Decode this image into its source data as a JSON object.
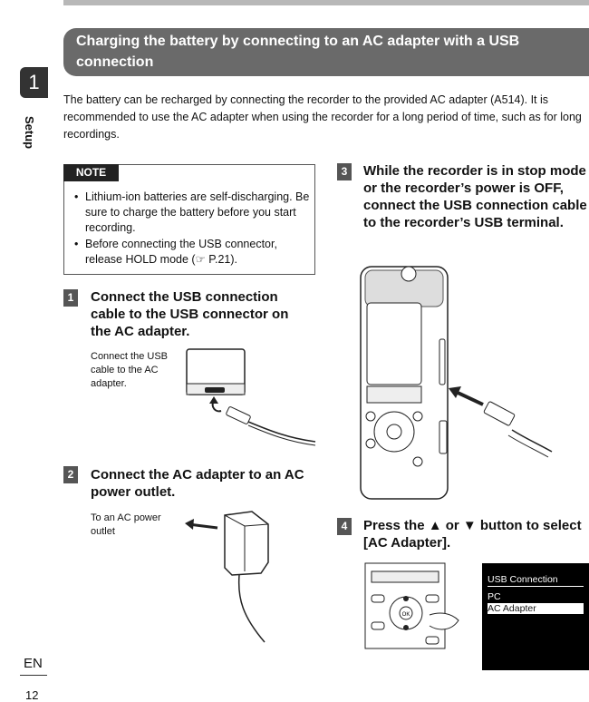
{
  "page": {
    "chapter_number": "1",
    "chapter_label": "Setup",
    "language": "EN",
    "page_number": "12"
  },
  "section": {
    "title_line1": "Charging the battery by connecting to an AC adapter with a USB connection",
    "title_line2": "(model A514)",
    "intro": "The battery can be recharged by connecting the recorder to the provided AC adapter (A514). It is recommended to use the AC adapter when using the recorder for a long period of time, such as for long recordings."
  },
  "note": {
    "label": "NOTE",
    "items": [
      "Lithium-ion batteries are self-discharging. Be sure to charge the battery before you start recording.",
      "Before connecting the USB connector, release HOLD mode (☞ P.21)."
    ]
  },
  "steps": [
    {
      "num": "1",
      "text": "Connect the USB connection cable to the USB connector on the AC adapter.",
      "caption": "Connect the USB cable to the AC adapter."
    },
    {
      "num": "2",
      "text": "Connect the AC adapter to an AC power outlet.",
      "caption": "To an AC power outlet"
    },
    {
      "num": "3",
      "text": "While the recorder is in stop mode or the recorder’s power is OFF, connect the USB connection cable to the recorder’s USB terminal."
    },
    {
      "num": "4",
      "text_prefix": "Press the ▲ or ▼ button to select",
      "text_bracket_open": "[",
      "text_option": "AC Adapter",
      "text_bracket_close": "]."
    }
  ],
  "screen": {
    "title": "USB Connection",
    "options": [
      "PC",
      "AC Adapter"
    ],
    "selected": "AC Adapter"
  },
  "button_labels": {
    "ok": "OK"
  }
}
